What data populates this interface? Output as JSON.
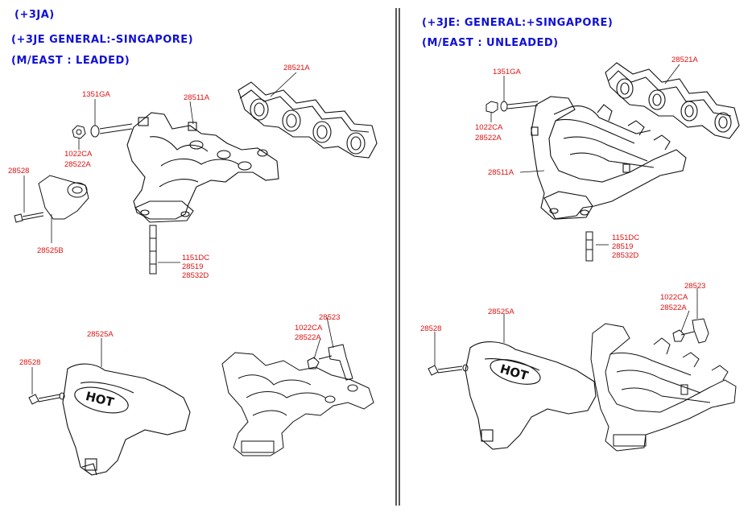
{
  "colors": {
    "header": "#1010d8",
    "callout": "#e01010",
    "line": "#111111"
  },
  "left_panel": {
    "header": [
      "(+3JA)",
      "(+3JE GENERAL:-SINGAPORE)",
      "(M/EAST : LEADED)"
    ],
    "labels": {
      "gasket": "28521A",
      "manifold": "28511A",
      "bolt": "1351GA",
      "nut": [
        "1022CA",
        "28522A"
      ],
      "screw_top": "28528",
      "cover_small": "28525B",
      "studs": [
        "1151DC",
        "28519",
        "28532D"
      ],
      "screw_bottom": "28528",
      "heat_shield": "28525A",
      "bracket": "28523",
      "nut_lower": [
        "1022CA",
        "28522A"
      ]
    },
    "hot_text": "HOT"
  },
  "right_panel": {
    "header": [
      "(+3JE: GENERAL:+SINGAPORE)",
      "(M/EAST : UNLEADED)"
    ],
    "labels": {
      "gasket": "28521A",
      "bolt": "1351GA",
      "nut": [
        "1022CA",
        "28522A"
      ],
      "manifold": "28511A",
      "studs": [
        "1151DC",
        "28519",
        "28532D"
      ],
      "bracket": "28523",
      "nut_lower": [
        "1022CA",
        "28522A"
      ],
      "screw": "28528",
      "heat_shield": "28525A"
    },
    "hot_text": "HOT"
  }
}
